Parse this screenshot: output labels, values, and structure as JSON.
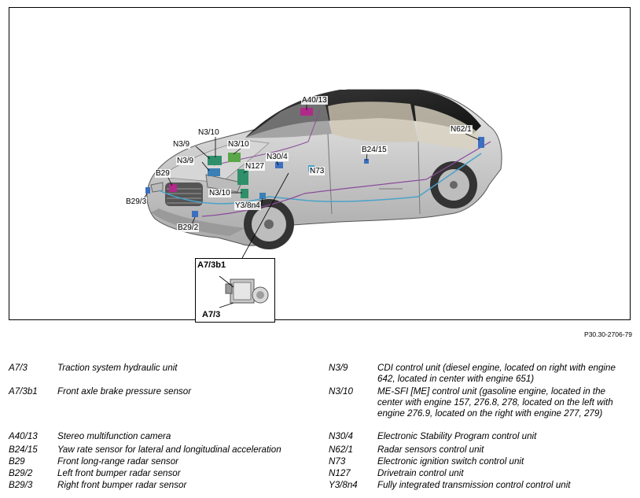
{
  "figure": {
    "figure_id": "P30.30-2706-79",
    "callouts": [
      {
        "code": "A40/13"
      },
      {
        "code": "N62/1"
      },
      {
        "code": "N3/10"
      },
      {
        "code": "N3/9"
      },
      {
        "code": "N3/10"
      },
      {
        "code": "N3/9"
      },
      {
        "code": "N30/4"
      },
      {
        "code": "N127"
      },
      {
        "code": "N73"
      },
      {
        "code": "B24/15"
      },
      {
        "code": "B29"
      },
      {
        "code": "N3/10"
      },
      {
        "code": "B29/3"
      },
      {
        "code": "Y3/8n4"
      },
      {
        "code": "B29/2"
      }
    ],
    "inset": {
      "label_top": "A7/3b1",
      "label_bottom": "A7/3"
    }
  },
  "legend": {
    "left": [
      {
        "code": "A7/3",
        "desc": "Traction system hydraulic unit"
      },
      {
        "code": "A7/3b1",
        "desc": "Front axle brake pressure sensor"
      },
      {
        "code": "A40/13",
        "desc": "Stereo multifunction camera"
      },
      {
        "code": "B24/15",
        "desc": "Yaw rate sensor for lateral and longitudinal acceleration"
      },
      {
        "code": "B29",
        "desc": "Front long-range radar sensor"
      },
      {
        "code": "B29/2",
        "desc": "Left front bumper radar sensor"
      },
      {
        "code": "B29/3",
        "desc": "Right front bumper radar sensor"
      }
    ],
    "right": [
      {
        "code": "N3/9",
        "desc": "CDI control unit (diesel engine, located on right with engine 642, located in center with engine 651)"
      },
      {
        "code": "N3/10",
        "desc": "ME-SFI [ME] control unit (gasoline engine, located in the center with engine 157, 276.8, 278, located on the left with engine 276.9, located on the right with engine 277, 279)"
      },
      {
        "code": "N30/4",
        "desc": "Electronic Stability Program control unit"
      },
      {
        "code": "N62/1",
        "desc": "Radar sensors control unit"
      },
      {
        "code": "N73",
        "desc": "Electronic ignition switch control unit"
      },
      {
        "code": "N127",
        "desc": "Drivetrain control unit"
      },
      {
        "code": "Y3/8n4",
        "desc": "Fully integrated transmission control control unit"
      }
    ]
  }
}
